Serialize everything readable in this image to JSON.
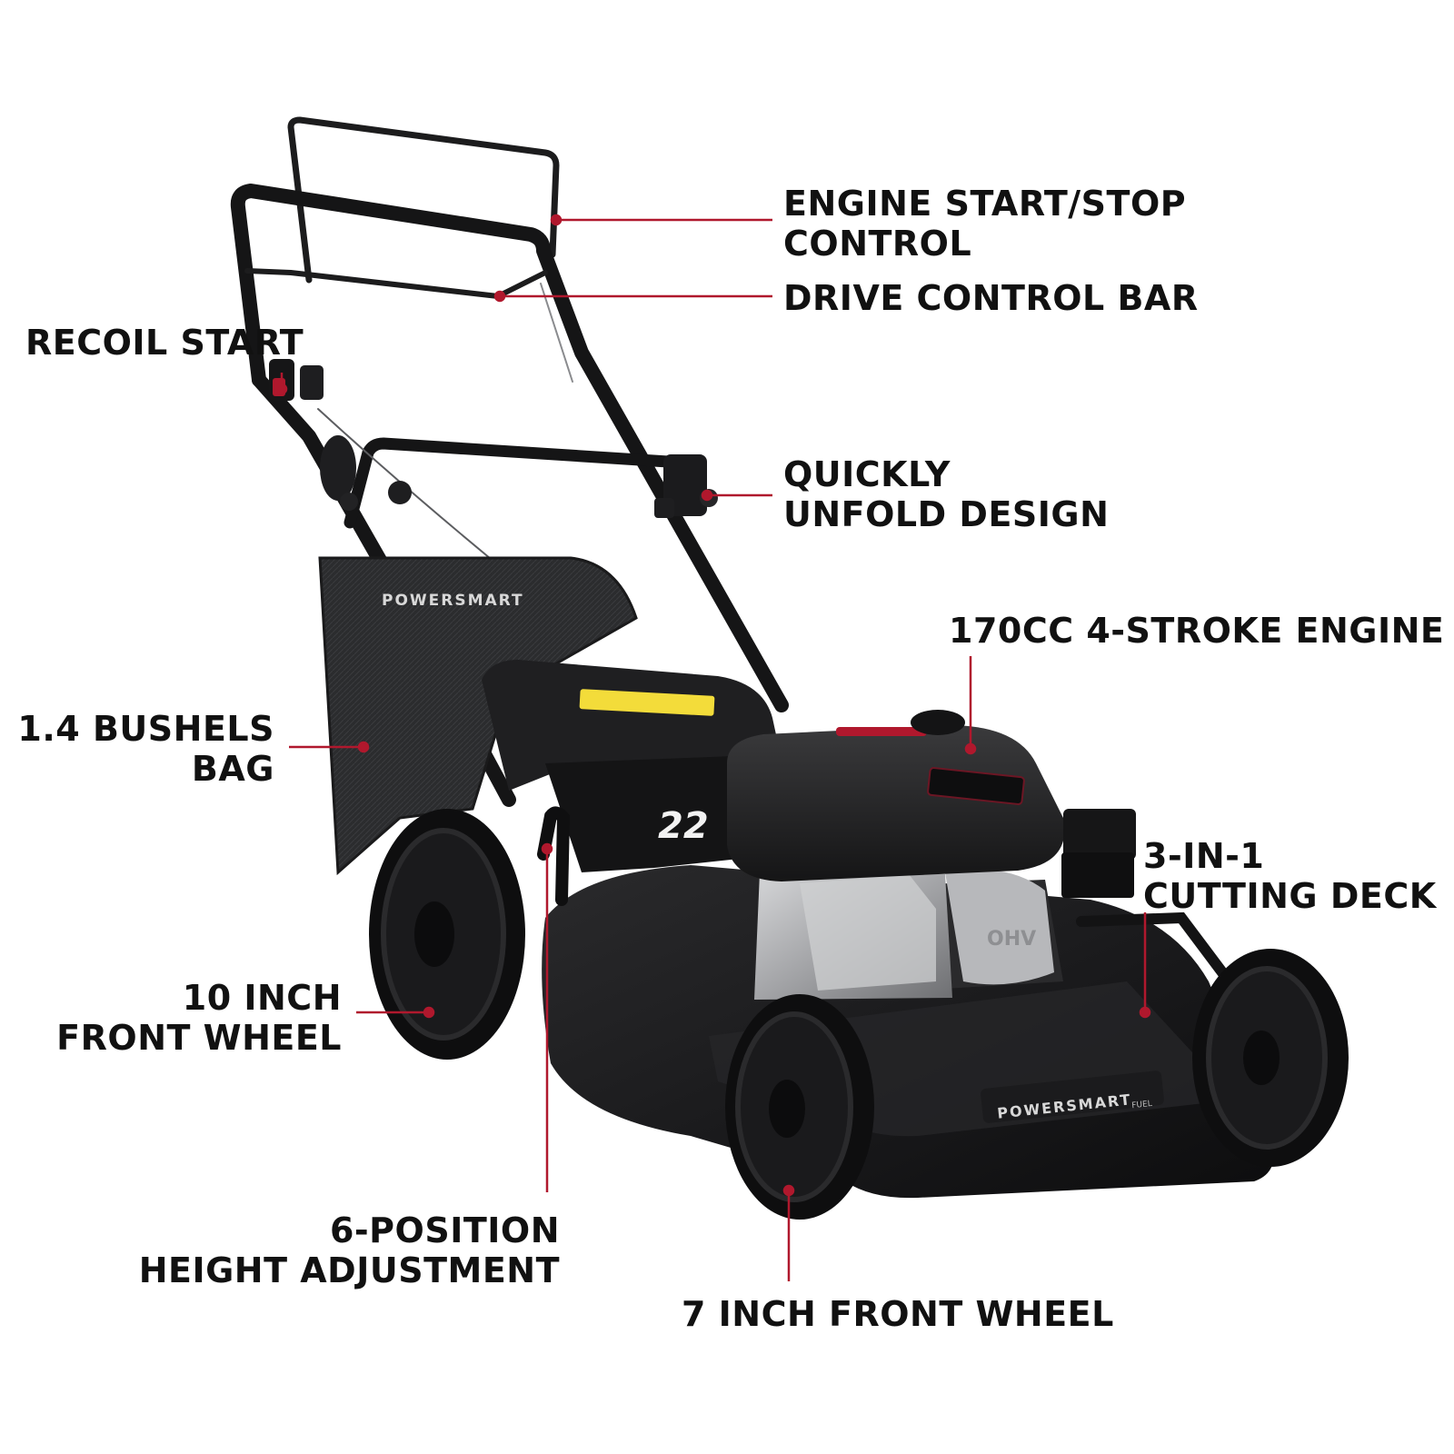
{
  "colors": {
    "leader_line": "#b0182d",
    "body_black": "#1a1a1b",
    "engine_silver": "#a8a9ab",
    "label_text": "#111111",
    "sticker_yellow": "#f3dc3a"
  },
  "product": {
    "brand": "POWERSMART",
    "brand_sub": "FUEL",
    "deck_number": "22",
    "engine_badge": "OHV"
  },
  "callouts": {
    "engine_start_stop": [
      "ENGINE START/STOP",
      "CONTROL"
    ],
    "drive_control_bar": [
      "DRIVE CONTROL BAR"
    ],
    "recoil_start": [
      "RECOIL START"
    ],
    "quickly_unfold": [
      "QUICKLY",
      "UNFOLD DESIGN"
    ],
    "engine": [
      "170CC 4-STROKE ENGINE"
    ],
    "bushels_bag": [
      "1.4 BUSHELS",
      "BAG"
    ],
    "cutting_deck": [
      "3-IN-1",
      "CUTTING DECK"
    ],
    "rear_wheel": [
      "10 INCH",
      "FRONT WHEEL"
    ],
    "height_adjustment": [
      "6-POSITION",
      "HEIGHT ADJUSTMENT"
    ],
    "front_wheel": [
      "7 INCH FRONT WHEEL"
    ]
  }
}
